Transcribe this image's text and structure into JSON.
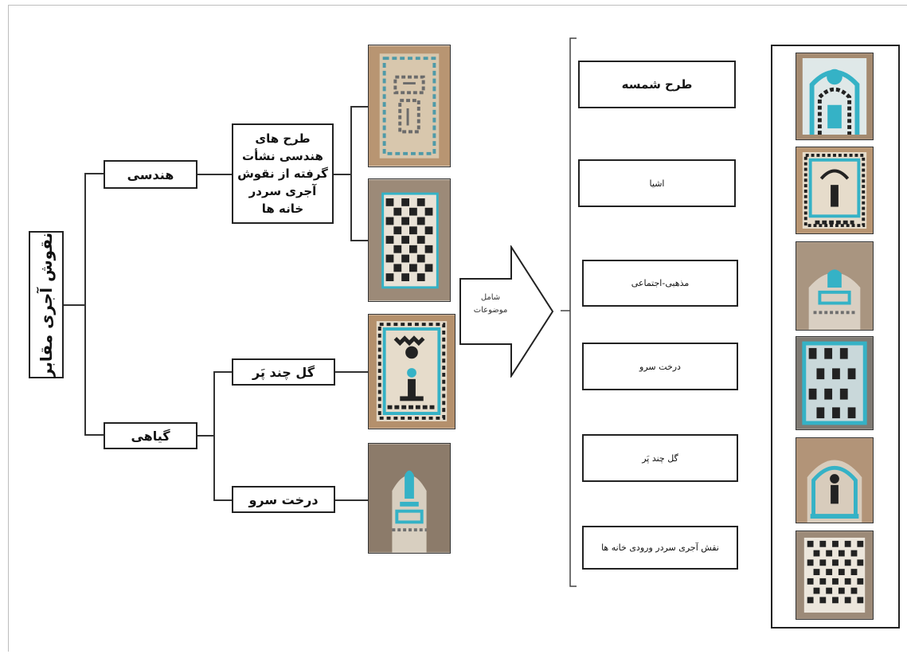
{
  "diagram": {
    "root": "نقوش آجری مقابر",
    "branches": [
      {
        "label": "هندسی",
        "description": "طرح های هندسی نشأت گرفته از نقوش آجری سردر خانه ها"
      },
      {
        "label": "گیاهی",
        "children": [
          "گل چند پَر",
          "درخت سرو"
        ]
      }
    ],
    "arrow_label": "شامل موضوعات",
    "topics": [
      "طرح شمسه",
      "اشیا",
      "مذهبی-اجتماعی",
      "درخت سرو",
      "گل چند پَر",
      "نقش آجری سردر ورودی خانه ها"
    ]
  },
  "colors": {
    "brick": "#b89572",
    "grout": "#d8c7ad",
    "dark_tile": "#2b2b2b",
    "turquoise": "#35b2c6",
    "line": "#333333"
  }
}
